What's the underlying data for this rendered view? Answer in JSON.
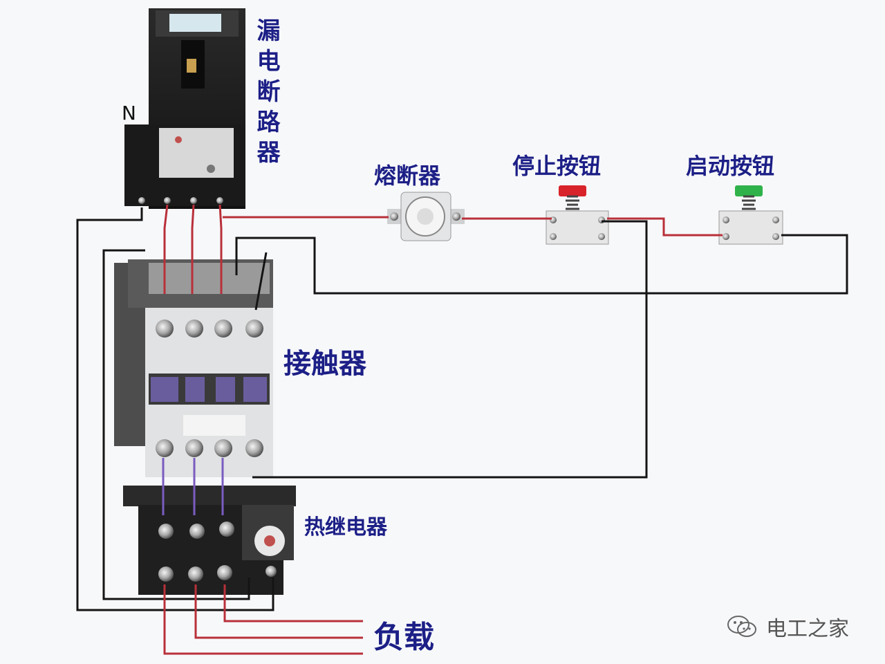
{
  "labels": {
    "rcd": "漏电断路器",
    "n": "N",
    "fuse": "熔断器",
    "stop": "停止按钮",
    "start": "启动按钮",
    "contactor": "接触器",
    "relay": "热继电器",
    "load": "负载"
  },
  "brand": {
    "name": "电工之家",
    "icon": "wechat-icon"
  },
  "colors": {
    "label": "#1c1f86",
    "wire_red": "#b8303a",
    "wire_black": "#141414",
    "stop_button": "#d8232a",
    "start_button": "#2fb24a",
    "contactor_module": "#6a5d9e"
  }
}
